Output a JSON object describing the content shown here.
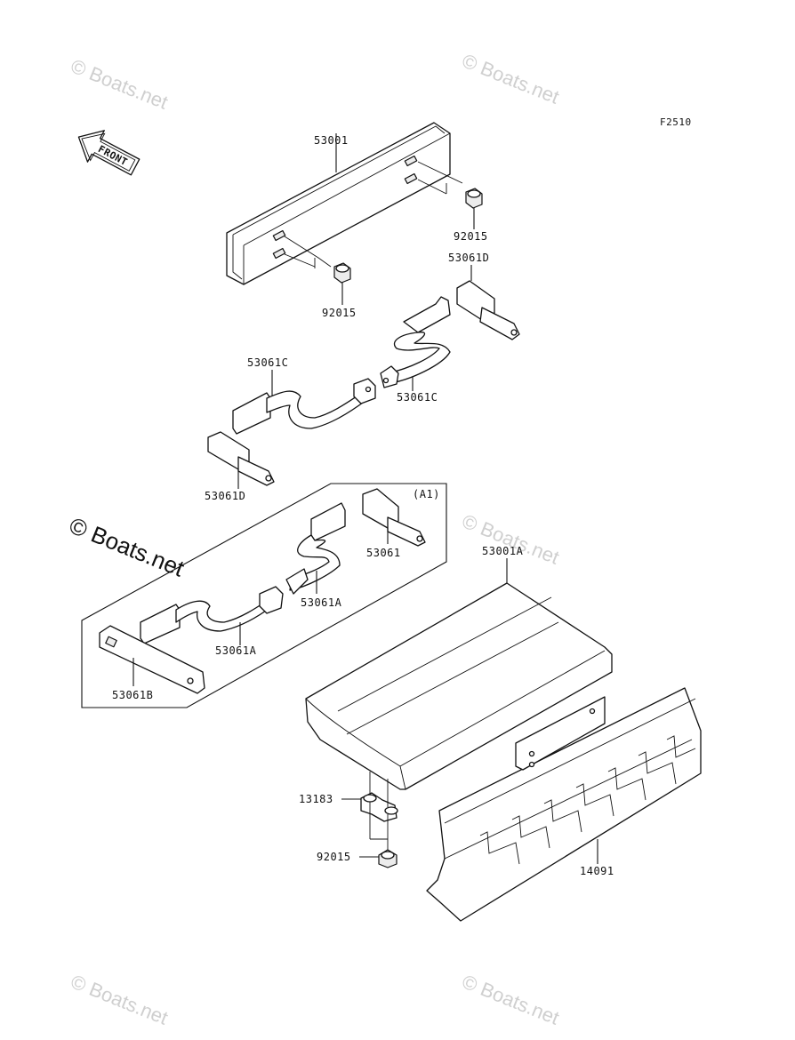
{
  "figure_ref": "F2510",
  "front_label": "FRONT",
  "watermark": "© Boats.net",
  "group_label": "(A1)",
  "part_labels": {
    "p53001": "53001",
    "p92015_top": "92015",
    "p92015_left": "92015",
    "p53061D_top": "53061D",
    "p53061C_left": "53061C",
    "p53061C_right": "53061C",
    "p53061D_left": "53061D",
    "p53061": "53061",
    "p53061A_upper": "53061A",
    "p53061A_lower": "53061A",
    "p53061B": "53061B",
    "p53001A": "53001A",
    "p13183": "13183",
    "p92015_bottom": "92015",
    "p14091": "14091"
  }
}
